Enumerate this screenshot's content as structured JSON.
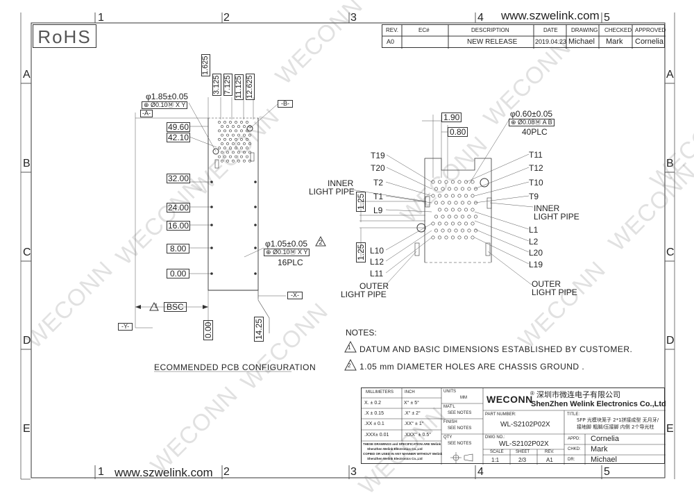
{
  "header": {
    "rohs": "RoHS",
    "website": "www.szwelink.com",
    "website_bottom": "www.szwelink.com"
  },
  "grid": {
    "cols": [
      "1",
      "2",
      "3",
      "4",
      "5"
    ],
    "rows": [
      "A",
      "B",
      "C",
      "D",
      "E"
    ]
  },
  "revision": {
    "headers": [
      "REV.",
      "EC#",
      "DESCRIPTION",
      "DATE",
      "DRAWING",
      "CHECKED",
      "APPROVED"
    ],
    "row": [
      "A0",
      "",
      "NEW RELEASE",
      "2019.04.23",
      "Michael",
      "Mark",
      "Cornelia"
    ]
  },
  "left_view": {
    "top_dims": [
      "1.625",
      "3.125",
      "7.125",
      "11.125",
      "12.625"
    ],
    "hole_dia": "φ1.85±0.05",
    "hole_fcf": "⊕ Ø0.10Ⓜ X Y",
    "datum_a": "-A-",
    "datum_b": "-B-",
    "side_dims": [
      "49.60",
      "42.10",
      "32.00",
      "24.00",
      "16.00",
      "8.00",
      "0.00"
    ],
    "small_hole_dia": "φ1.05±0.05",
    "small_hole_fcf": "⊕ Ø0.10Ⓜ X Y",
    "small_hole_count": "16PLC",
    "flag2": "2",
    "datum_x": "-X-",
    "datum_y": "-Y-",
    "bsc": "BSC",
    "flag1": "1",
    "dim_000": "0.00",
    "dim_1425": "14.25",
    "caption": "ECOMMENDED PCB CONFIGURATION"
  },
  "right_view": {
    "dim_190": "1.90",
    "dim_080": "0.80",
    "pin_dia": "φ0.60±0.05",
    "pin_fcf": "⊕ Ø0.08Ⓜ A B",
    "pin_count": "40PLC",
    "dim_125a": "1.25",
    "dim_125b": "1.25",
    "left_labels": [
      "T19",
      "T20",
      "T2",
      "T1",
      "L9",
      "L10",
      "L12",
      "L11"
    ],
    "right_labels": [
      "T11",
      "T12",
      "T10",
      "T9",
      "L1",
      "L2",
      "L20",
      "L19"
    ],
    "inner_left": [
      "INNER",
      "LIGHT PIPE"
    ],
    "inner_right": [
      "INNER",
      "LIGHT PIPE"
    ],
    "outer_left": [
      "OUTER",
      "LIGHT PIPE"
    ],
    "outer_right": [
      "OUTER",
      "LIGHT PIPE"
    ]
  },
  "notes": {
    "title": "NOTES:",
    "items": [
      {
        "num": "1",
        "text": "DATUM AND BASIC DIMENSIONS ESTABLISHED BY CUSTOMER."
      },
      {
        "num": "2",
        "text": "1.05 mm DIAMETER HOLES ARE CHASSIS GROUND ."
      }
    ]
  },
  "title_block": {
    "millimeters": "MILLIMETERS",
    "inch": "INCH",
    "mm_rows": [
      "X.  ± 0.2",
      ".X  ± 0.15",
      ".XX ± 0.1",
      ".XXX± 0.01"
    ],
    "inch_rows": [
      "X°  ± 5°",
      ".X°  ± 2°",
      ".XX°  ± 1°",
      ".XXX° ± 0.5°"
    ],
    "units_label": "UNITS",
    "units_value": "MM",
    "matl_label": "MAT'L",
    "matl_value": "SEE NOTES",
    "finish_label": "FINISH",
    "finish_value": "SEE NOTES",
    "qty_label": "QTY",
    "qty_value": "SEE NOTES",
    "disclaimer": [
      "THESE DRAWINGS and SPECIFICATION  ARE Welink",
      "ShenZhen Welink Electronics Co.,Ltd",
      "COPIED OR USED IN ANY MANNER WITHOUT Welink",
      "ShenZhen Welink Electronics Co.,Ltd"
    ],
    "company_logo": "WECONN",
    "company_reg": "®",
    "company_cn": "深圳市微连电子有限公司",
    "company_en": "ShenZhen Welink Electronics Co.,Ltd",
    "part_label": "PART NUMBER:",
    "part_value": "WL-S2102P02X",
    "dwg_label": "DWG NO.:",
    "dwg_value": "WL-S2102P02X",
    "title_label": "TITLE:",
    "title_lines": [
      "SFP 光模块笼子 2*1拼接成型 无月牙/",
      "接地脚 粗脚/压接脚 内侧 2个导光柱"
    ],
    "scale_label": "SCALE",
    "scale_value": "1:1",
    "sheet_label": "SHEET",
    "sheet_value": "2/3",
    "rev_label": "REV.",
    "rev_value": "A1",
    "appd_label": "APPD:",
    "appd_value": "Cornelia",
    "chkd_label": "CHKD:",
    "chkd_value": "Mark",
    "dr_label": "DR:",
    "dr_value": "Michael"
  },
  "watermark": "WECONN"
}
